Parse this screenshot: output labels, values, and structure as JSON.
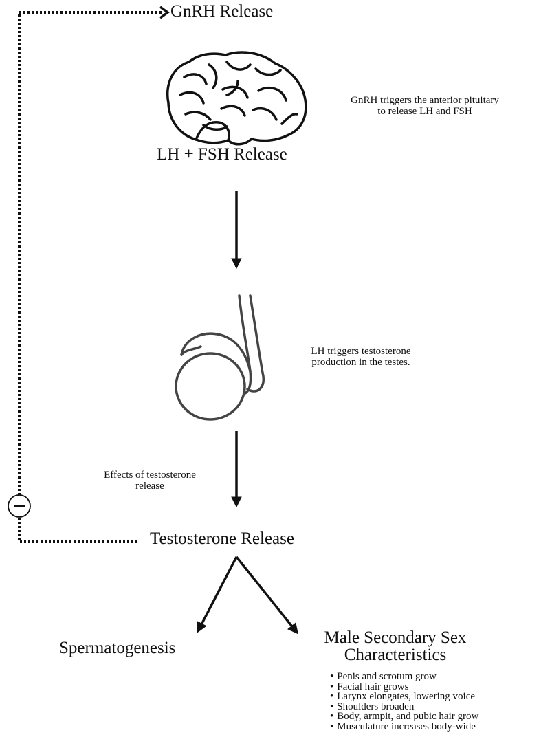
{
  "nodes": {
    "gnrh": "GnRH Release",
    "lh_fsh": "LH + FSH Release",
    "testosterone": "Testosterone Release",
    "spermatogenesis": "Spermatogenesis",
    "male_secondary_line1": "Male Secondary Sex",
    "male_secondary_line2": "Characteristics"
  },
  "annotations": {
    "pituitary_line1": "GnRH triggers the anterior pituitary",
    "pituitary_line2": "to release LH and FSH",
    "testes_line1": "LH triggers testosterone",
    "testes_line2": "production in the testes.",
    "effects_line1": "Effects of testosterone",
    "effects_line2": "release"
  },
  "feedback_symbol": "−",
  "icons": {
    "brain": "brain-icon",
    "testis": "testis-icon"
  },
  "characteristics": [
    "Penis and scrotum grow",
    "Facial hair grows",
    "Larynx elongates, lowering voice",
    "Shoulders broaden",
    "Body, armpit, and pubic hair grow",
    "Musculature increases body-wide"
  ]
}
